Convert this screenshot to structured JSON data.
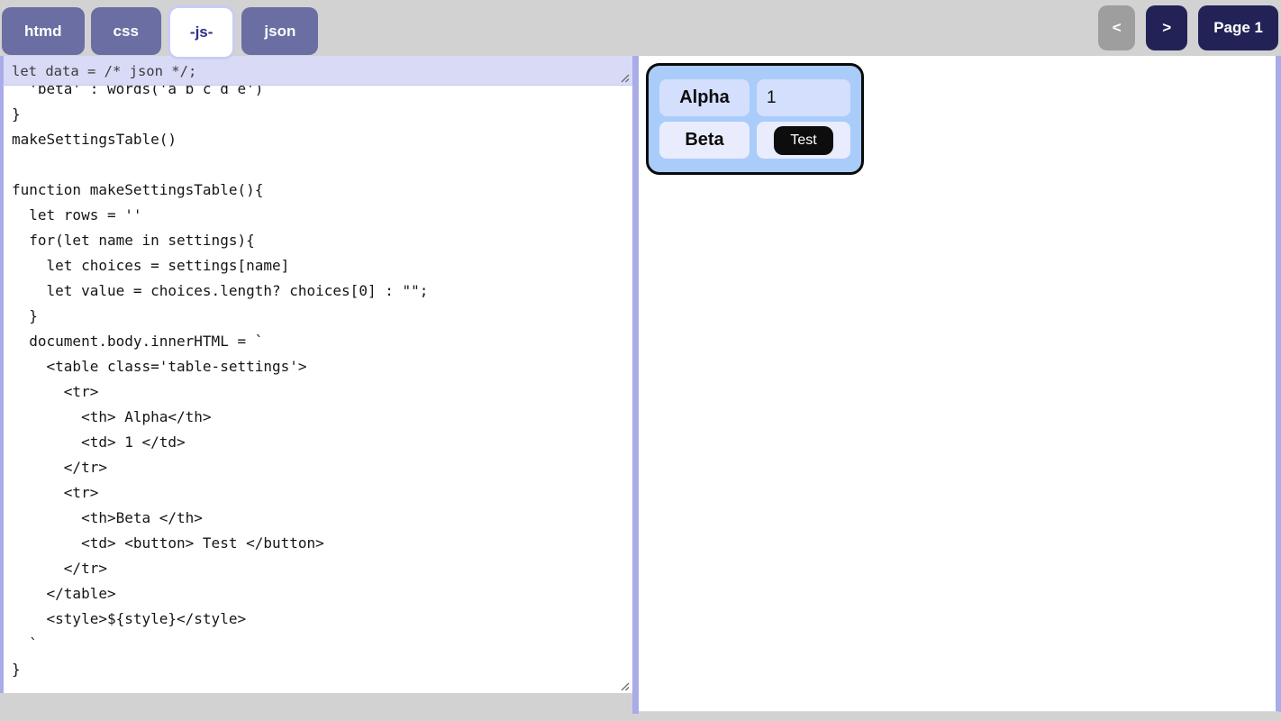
{
  "tab_bar": {
    "tabs": [
      {
        "label": "htmd",
        "active": false
      },
      {
        "label": "css",
        "active": false
      },
      {
        "label": "-js-",
        "active": true
      },
      {
        "label": "json",
        "active": false
      }
    ]
  },
  "pager": {
    "prev_label": "<",
    "next_label": ">",
    "page_label": "Page 1"
  },
  "editor": {
    "line1": "let data = /* json */;",
    "code": "  'beta' : words('a b c d e')\n}\nmakeSettingsTable()\n\nfunction makeSettingsTable(){\n  let rows = ''\n  for(let name in settings){\n    let choices = settings[name]\n    let value = choices.length? choices[0] : \"\";\n  }\n  document.body.innerHTML = `\n    <table class='table-settings'>\n      <tr>\n        <th> Alpha</th>\n        <td> 1 </td>\n      </tr>\n      <tr>\n        <th>Beta </th>\n        <td> <button> Test </button>\n      </tr>\n    </table>\n    <style>${style}</style>\n  `\n}"
  },
  "preview": {
    "table": {
      "rows": [
        {
          "header": "Alpha",
          "value": "1",
          "value_kind": "text"
        },
        {
          "header": "Beta",
          "value": "Test",
          "value_kind": "button"
        }
      ]
    }
  },
  "icons": {
    "resize_grip": "textarea-resize-grip"
  },
  "colors": {
    "page_bg": "#d2d2d2",
    "tab_inactive_bg": "#6a6ea3",
    "tab_active_bg": "#ffffff",
    "tab_active_text": "#2b2e8a",
    "tab_active_border": "#c9ccf4",
    "pager_disabled_bg": "#9e9e9e",
    "pager_bg": "#232257",
    "editor_line1_bg": "#d9dbf6",
    "pane_divider": "#a9ace9",
    "preview_table_bg": "#a9ccfb",
    "preview_table_border": "#0a0a0a",
    "row1_cell_bg": "#d3dffc",
    "row2_cell_bg": "#e9ecfd",
    "test_button_bg": "#0d0d0d"
  }
}
